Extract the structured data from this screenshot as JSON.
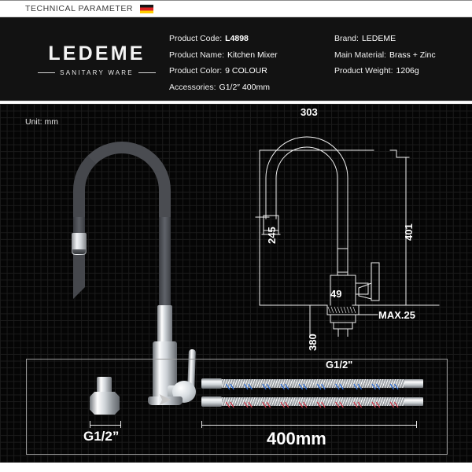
{
  "topbar": {
    "title": "TECHNICAL PARAMETER",
    "flag_icon": "german-flag-icon",
    "flag_colors": [
      "#151515",
      "#dd2222",
      "#ffce00"
    ]
  },
  "brand": {
    "logo_word": "LEDEME",
    "logo_subtitle": "SANITARY WARE"
  },
  "specs": {
    "left": [
      {
        "label": "Product Code:",
        "value": "L4898",
        "bold": true
      },
      {
        "label": "Product Name:",
        "value": "Kitchen Mixer",
        "bold": false
      },
      {
        "label": "Product Color:",
        "value": "9 COLOUR",
        "bold": false
      },
      {
        "label": "Accessories:",
        "value": "G1/2″  400mm",
        "bold": false
      }
    ],
    "right": [
      {
        "label": "Brand:",
        "value": "LEDEME",
        "bold": false
      },
      {
        "label": "Main Material:",
        "value": "Brass + Zinc",
        "bold": false
      },
      {
        "label": "Product Weight:",
        "value": "1206g",
        "bold": false
      }
    ]
  },
  "drawing": {
    "unit_label": "Unit: mm",
    "dimensions": {
      "overall_width": "303",
      "overall_height": "401",
      "spout_height": "245",
      "spout_outlet_offset": "49",
      "supply_length": "380",
      "deck_thickness": "MAX.25",
      "inlet_thread": "G1/2\""
    }
  },
  "accessories": {
    "fitting_label": "G1/2”",
    "hose_length_label": "400mm",
    "arrow_icon": "arrow-right-icon",
    "hoses": [
      {
        "name": "cold-water-hose",
        "thread_color": "#2f6fd8"
      },
      {
        "name": "hot-water-hose",
        "thread_color": "#d13a4a"
      }
    ]
  },
  "colors": {
    "panel_background": "#121212",
    "grid_background": "#050505",
    "grid_line": "#1b1b1b",
    "text_primary": "#ffffff",
    "chrome_light": "#ffffff",
    "hose_body": "#4a4c51"
  }
}
